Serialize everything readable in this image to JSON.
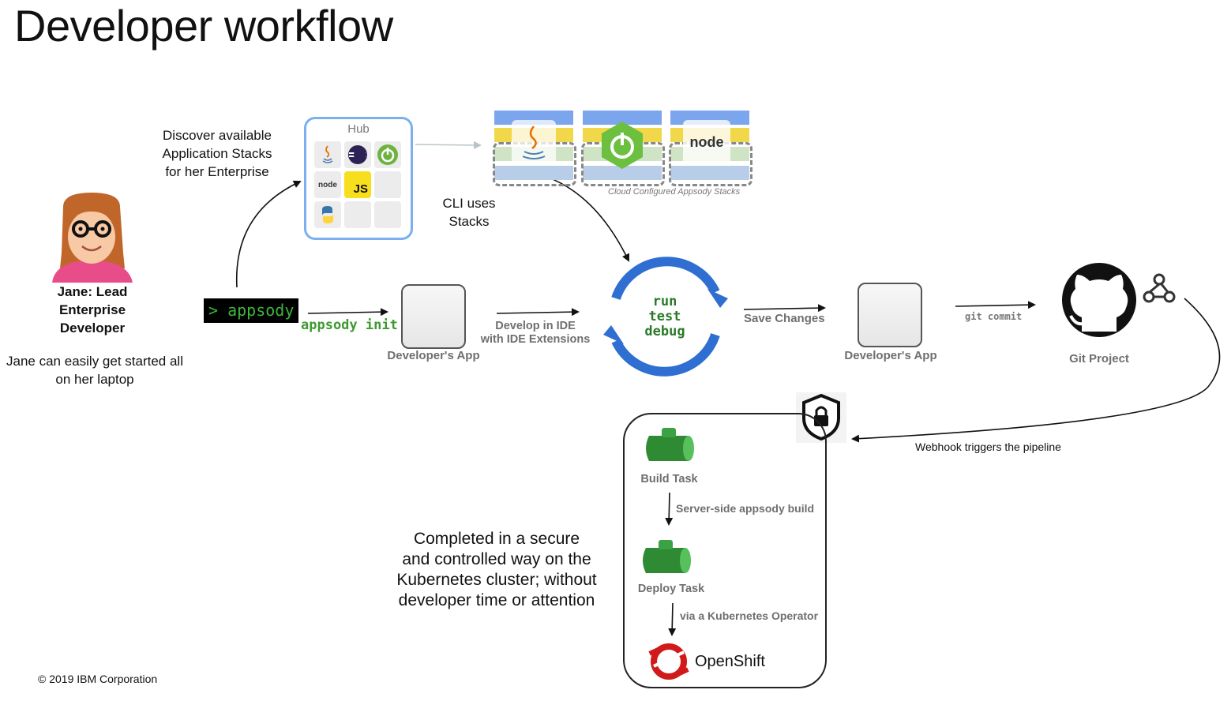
{
  "title": "Developer workflow",
  "persona": {
    "name_lines": [
      "Jane: Lead",
      "Enterprise",
      "Developer"
    ],
    "desc_lines": [
      "Jane can easily get started all",
      "on her laptop"
    ]
  },
  "discover_lines": [
    "Discover available",
    "Application Stacks",
    "for her Enterprise"
  ],
  "hub": {
    "title": "Hub",
    "js_label": "JS",
    "node_label": "node"
  },
  "cli_lines": [
    "CLI uses",
    "Stacks"
  ],
  "stacks_caption": "Cloud Configured Appsody Stacks",
  "stack_node_label": "node",
  "terminal": "> appsody",
  "appsody_init": "appsody init",
  "dev_app_label": "Developer's App",
  "develop_ide_lines": [
    "Develop in IDE",
    "with IDE Extensions"
  ],
  "cycle_words": [
    "run",
    "test",
    "debug"
  ],
  "save_changes": "Save Changes",
  "dev_app_label_2": "Developer's App",
  "git_commit": "git commit",
  "git_project": "Git Project",
  "webhook": "Webhook triggers the pipeline",
  "build_task": "Build Task",
  "server_build": "Server-side appsody build",
  "deploy_task": "Deploy Task",
  "via_operator": "via a Kubernetes Operator",
  "openshift": "OpenShift",
  "completed_lines": [
    "Completed in a secure",
    "and controlled way on the",
    "Kubernetes cluster; without",
    "developer time or attention"
  ],
  "copyright": "© 2019 IBM Corporation",
  "colors": {
    "cycle_blue": "#2f6fd1",
    "terminal_green": "#3fb43f",
    "hub_border": "#7ab0f0",
    "pipe_green": "#2e8b34",
    "openshift_red": "#d11a1a"
  },
  "icons": [
    "jane-avatar-icon",
    "java-icon",
    "eclipse-icon",
    "spring-icon",
    "node-icon",
    "js-icon",
    "python-icon",
    "github-icon",
    "webhook-icon",
    "shield-lock-icon",
    "pipe-icon",
    "openshift-icon"
  ]
}
